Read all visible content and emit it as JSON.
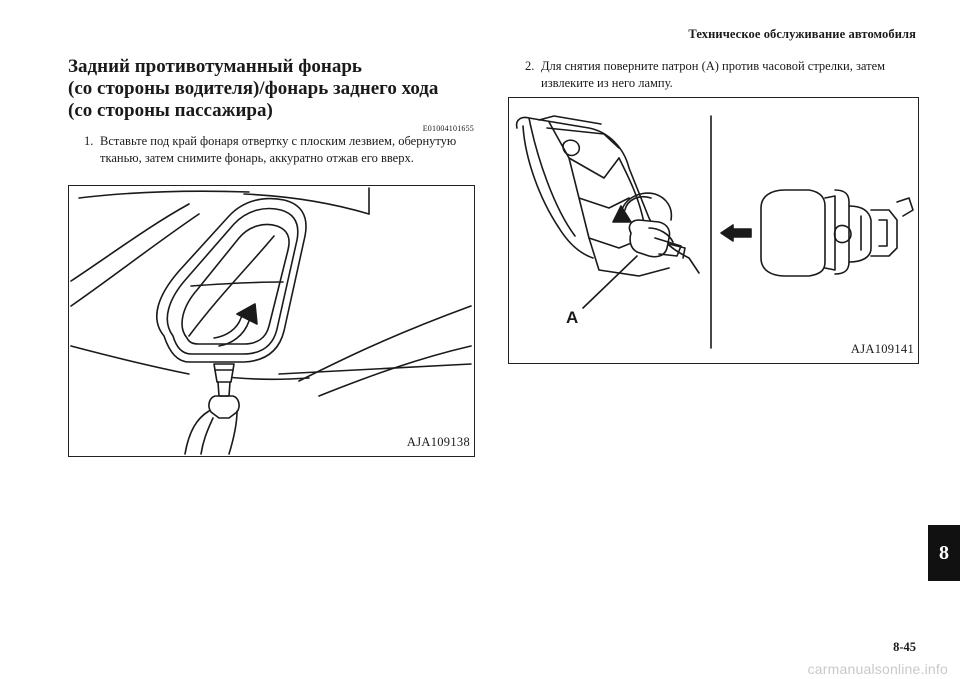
{
  "header": {
    "chapter_title": "Техническое обслуживание автомобиля"
  },
  "section": {
    "title_lines": [
      "Задний противотуманный фонарь",
      "(со стороны водителя)/фонарь заднего хода",
      "(со стороны пассажира)"
    ],
    "code": "E01004101655"
  },
  "steps": [
    {
      "number": "1.",
      "text": "Вставьте под край фонаря отвертку с плоским лезвием, обернутую тканью, затем снимите фонарь, аккуратно отжав его вверх."
    },
    {
      "number": "2.",
      "text": "Для снятия поверните патрон (A) против часовой стрелки, затем извлеките из него лампу."
    }
  ],
  "figures": [
    {
      "label": "AJA109138"
    },
    {
      "label": "AJA109141",
      "callout": "A"
    }
  ],
  "chapter_tab": "8",
  "page_number": "8-45",
  "watermark": "carmanualsonline.info"
}
